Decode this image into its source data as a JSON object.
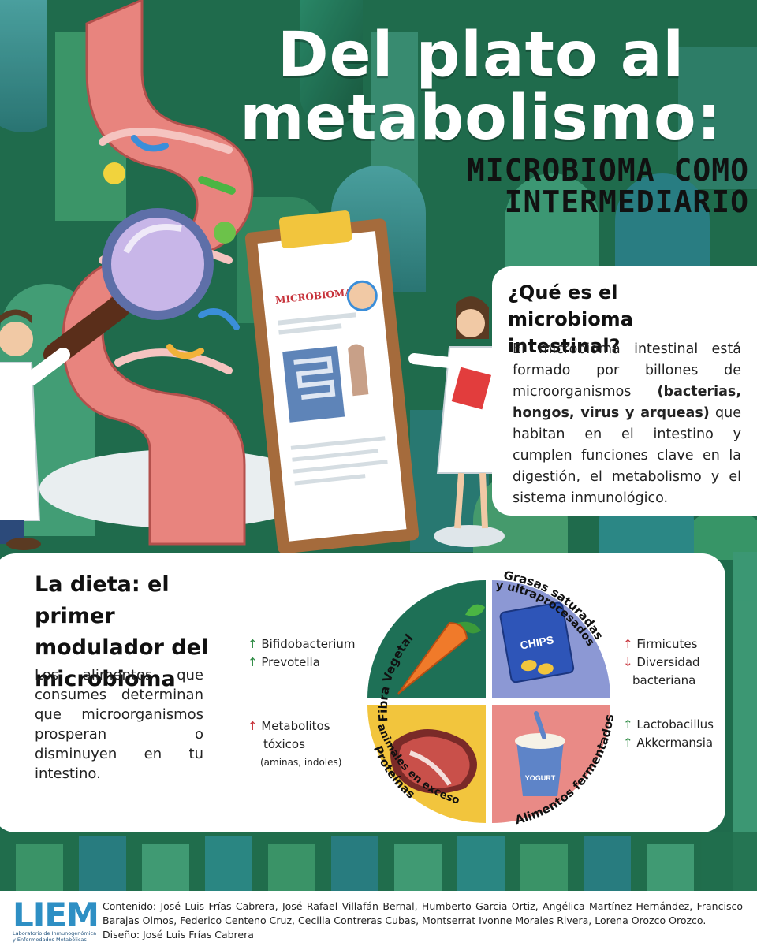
{
  "title": {
    "line1": "Del plato al",
    "line2": "metabolismo:",
    "sub1": "MICROBIOMA COMO",
    "sub2": "INTERMEDIARIO"
  },
  "clipboard_label": "MICROBIOMA",
  "section_microbioma": {
    "heading": "¿Qué es el microbioma intestinal?",
    "text_before": "El microbioma intestinal está formado por billones de microorganismos ",
    "text_bold": "(bacterias, hongos, virus y arqueas)",
    "text_after": " que habitan en el intestino y cumplen funciones clave en la digestión, el metabolismo y el sistema inmunológico."
  },
  "section_dieta": {
    "heading": "La dieta: el primer modulador del microbioma",
    "text": "Los alimentos que consumes determinan que microorganismos prosperan o disminuyen en tu intestino."
  },
  "plate": {
    "fibra_label": "Fibra Vegetal",
    "grasas_label_1": "Grasas saturadas",
    "grasas_label_2": "y ultraprocesados",
    "proteinas_label_1": "Proteínas",
    "proteinas_label_2": "animales en exceso",
    "fermentados_label": "Alimentos fermentados",
    "chips_text": "CHIPS",
    "yogurt_text": "YOGURT"
  },
  "effects": {
    "fibra": [
      {
        "arrow": "↑",
        "text": "Bifidobacterium"
      },
      {
        "arrow": "↑",
        "text": "Prevotella"
      }
    ],
    "grasas": [
      {
        "arrow": "↑",
        "text": "Firmicutes"
      },
      {
        "arrow": "↓",
        "text": "Diversidad"
      },
      {
        "arrow": "",
        "text": "bacteriana"
      }
    ],
    "proteinas": {
      "arrow": "↑",
      "text1": "Metabolitos",
      "text2": "tóxicos",
      "note": "(aminas, indoles)"
    },
    "fermentados": [
      {
        "arrow": "↑",
        "text": "Lactobacillus"
      },
      {
        "arrow": "↑",
        "text": "Akkermansia"
      }
    ]
  },
  "footer": {
    "logo": "LIEM",
    "logo_sub": "Laboratorio de Inmunogenómica y Enfermedades Metabólicas",
    "content_line": "Contenido: José Luis Frías Cabrera, José Rafael Villafán Bernal, Humberto Garcia Ortiz, Angélica Martínez Hernández, Francisco Barajas Olmos, Federico Centeno Cruz, Cecilia Contreras Cubas, Montserrat Ivonne Morales Rivera, Lorena Orozco Orozco.",
    "design_line": "Diseño: José Luis Frías Cabrera"
  },
  "colors": {
    "background": "#1f6b4c",
    "plate_green": "#1e7056",
    "plate_blue": "#8c98d4",
    "plate_yellow": "#f2c53d",
    "plate_pink": "#e98a86",
    "intestine": "#e8847e"
  }
}
